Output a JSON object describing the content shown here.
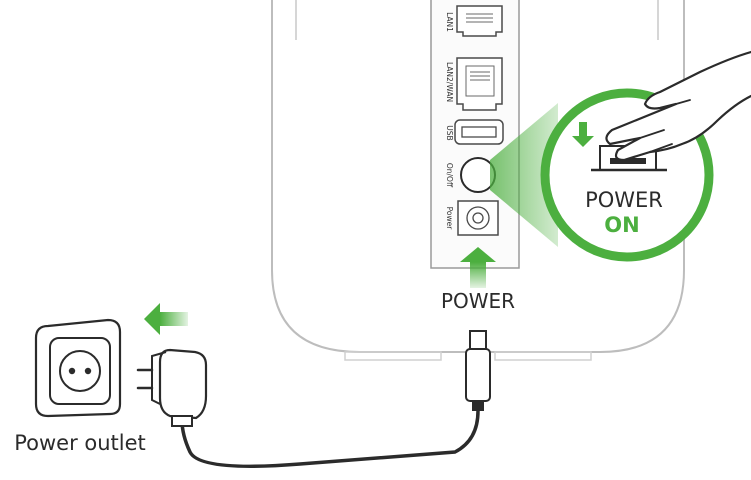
{
  "ports": {
    "lan1": "LAN1",
    "lan2wan": "LAN2/WAN",
    "usb": "USB",
    "onoff": "On/Off",
    "power": "Power"
  },
  "callout": {
    "line1": "POWER",
    "line2": "ON"
  },
  "labels": {
    "power": "POWER",
    "outlet": "Power outlet"
  },
  "colors": {
    "accent": "#4caf3f",
    "line": "#2b2b2b",
    "device_outline": "#bdbdbd"
  },
  "icons": {
    "hand": "hand-pressing-icon",
    "arrow": "green-arrow-icon",
    "adapter": "power-adapter-icon",
    "outlet": "wall-outlet-icon"
  }
}
